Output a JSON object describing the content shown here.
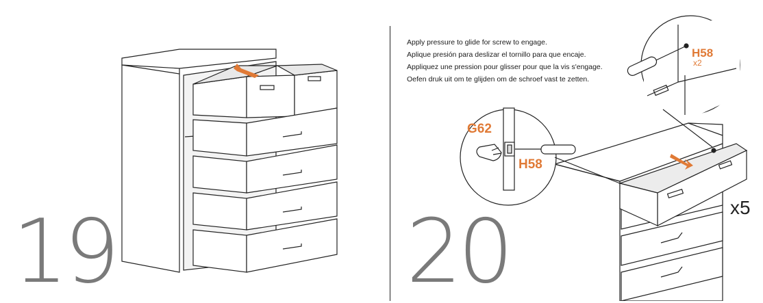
{
  "step1": {
    "number": "19"
  },
  "step2": {
    "number": "20",
    "instructions": [
      "Apply pressure to glide for screw to engage.",
      "Aplique presión para deslizar el tornillo para que encaje.",
      "Appliquez une pression pour glisser pour que la vis s'engage.",
      "Oefen druk uit om te glijden om de schroef vast te zetten."
    ],
    "part_g62": "G62",
    "part_h58_main": "H58",
    "part_h58_detail": "H58",
    "qty_detail": "x2",
    "qty_repeat": "x5"
  },
  "colors": {
    "accent": "#e07a36",
    "line": "#222222",
    "step_number": "#7a7a7a"
  }
}
